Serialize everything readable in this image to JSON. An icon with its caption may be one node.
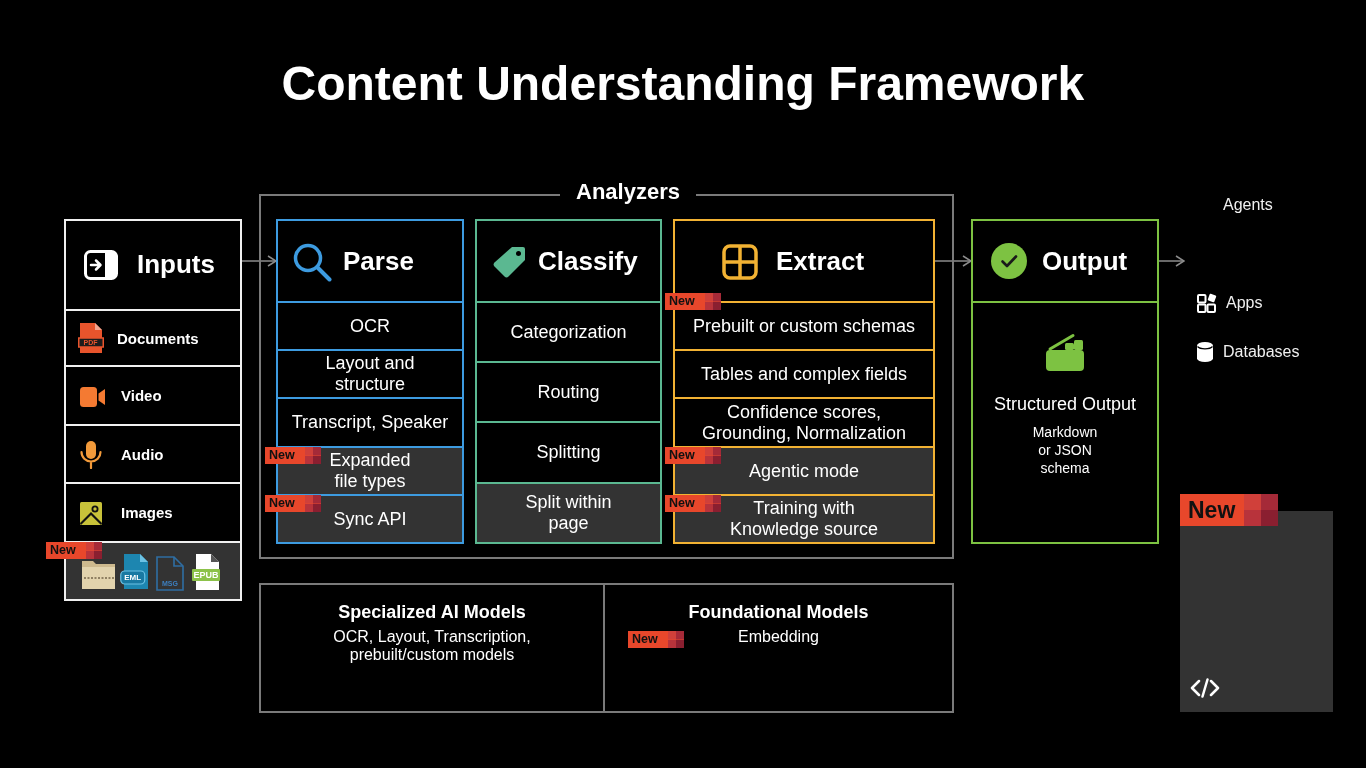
{
  "diagram": {
    "title": "Content Understanding Framework",
    "nodes": [
      {
        "text": [
          "Inputs"
        ]
      },
      {
        "text": [
          "PDF",
          "Documents"
        ],
        "in": 0
      },
      {
        "text": [
          "Video"
        ],
        "in": 0
      },
      {
        "text": [
          "Audio"
        ],
        "in": 0
      },
      {
        "text": [
          "Images"
        ],
        "in": 0
      },
      {
        "text": [
          "EML",
          "MSG",
          "EPUB"
        ],
        "in": 0,
        "beside": [
          "New"
        ]
      },
      {
        "text": [
          "Analyzers"
        ]
      },
      {
        "text": [
          "Parse"
        ],
        "in": 6
      },
      {
        "text": [
          "OCR"
        ],
        "in": 7
      },
      {
        "text": [
          "Layout and structure"
        ],
        "in": 7
      },
      {
        "text": [
          "Transcript, Speaker"
        ],
        "in": 7
      },
      {
        "text": [
          "New",
          "Expanded file types"
        ],
        "in": 7
      },
      {
        "text": [
          "New",
          "Sync API"
        ],
        "in": 7
      },
      {
        "text": [
          "Classify"
        ],
        "in": 6
      },
      {
        "text": [
          "Categorization"
        ],
        "in": 13
      },
      {
        "text": [
          "Routing"
        ],
        "in": 13
      },
      {
        "text": [
          "Splitting"
        ],
        "in": 13
      },
      {
        "text": [
          "Split within page"
        ],
        "in": 13
      },
      {
        "text": [
          "Extract"
        ],
        "in": 6
      },
      {
        "text": [
          "Prebuilt or custom schemas"
        ],
        "in": 18,
        "beside": [
          "New"
        ]
      },
      {
        "text": [
          "Tables and complex fields"
        ],
        "in": 18
      },
      {
        "text": [
          "Confidence scores, Grounding, Normalization"
        ],
        "in": 18
      },
      {
        "text": [
          "New",
          "Agentic mode"
        ],
        "in": 18
      },
      {
        "text": [
          "New",
          "Training with Knowledge source"
        ],
        "in": 18
      },
      {
        "text": [
          "Output"
        ]
      },
      {
        "text": [
          "Structured Output",
          "Markdown or JSON schema"
        ],
        "in": 24
      },
      {
        "text": [],
        "shape": "box"
      },
      {
        "text": [
          "Specialized AI Models",
          "OCR, Layout, Transcription, prebuilt/custom models"
        ],
        "in": 26
      },
      {
        "text": [
          "Foundational Models",
          "New",
          "Embedding"
        ],
        "in": 26
      },
      {
        "text": [
          "New"
        ]
      }
    ],
    "edges": [
      {
        "from": 0,
        "to": 7,
        "arrow": "to"
      },
      {
        "from": 18,
        "to": 24,
        "arrow": "to"
      },
      {
        "from": 24,
        "to": null,
        "arrow": "to"
      }
    ],
    "labels": [
      "Agents",
      "Apps",
      "Databases"
    ]
  }
}
